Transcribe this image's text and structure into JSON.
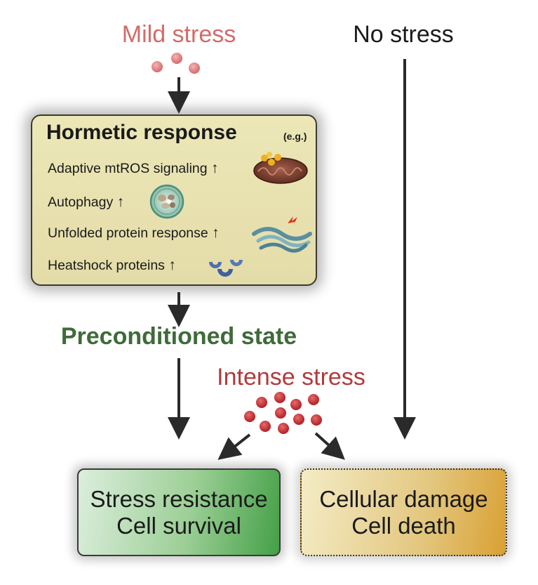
{
  "labels": {
    "mild_stress": "Mild stress",
    "no_stress": "No stress",
    "preconditioned": "Preconditioned state",
    "intense_stress": "Intense stress"
  },
  "hormetic": {
    "title": "Hormetic response",
    "eg": "(e.g.)",
    "items": [
      {
        "text": "Adaptive mtROS signaling",
        "arrow": "↑",
        "icon": "mitochondrion-icon"
      },
      {
        "text": "Autophagy",
        "arrow": "↑",
        "icon": "autophagosome-icon"
      },
      {
        "text": "Unfolded protein response",
        "arrow": "↑",
        "icon": "endoplasmic-reticulum-icon"
      },
      {
        "text": "Heatshock proteins",
        "arrow": "↑",
        "icon": "heatshock-protein-icon"
      }
    ]
  },
  "outcomes": {
    "survival": {
      "line1": "Stress resistance",
      "line2": "Cell survival"
    },
    "death": {
      "line1": "Cellular damage",
      "line2": "Cell death"
    }
  },
  "colors": {
    "mild": "#d46a6a",
    "intense": "#b23a3a",
    "preconditioned": "#3f6b3a",
    "survival_green": "#44a047",
    "death_gold": "#d9a033"
  }
}
